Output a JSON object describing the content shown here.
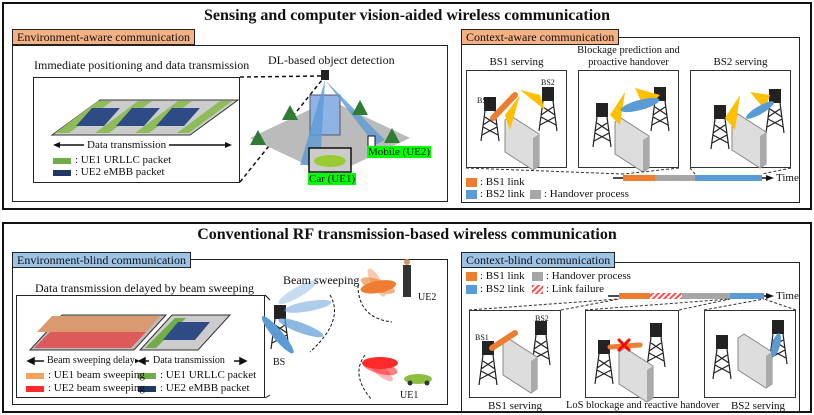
{
  "top": {
    "title": "Sensing and computer vision-aided wireless communication",
    "env_aware": {
      "tag": "Environment-aware communication",
      "subtitle": "Immediate positioning and data transmission",
      "axis_label": "Data transmission",
      "legend": [
        {
          "label": ": UE1 URLLC packet",
          "color": "#70ad47"
        },
        {
          "label": ": UE2 eMBB packet",
          "color": "#203864"
        }
      ],
      "detection_label": "DL-based object detection",
      "car_label": "Car (UE1)",
      "mobile_label": "Mobile (UE2)"
    },
    "context_aware": {
      "tag": "Context-aware communication",
      "panels": [
        {
          "title": "BS1 serving"
        },
        {
          "title": "Blockage prediction and proactive handover"
        },
        {
          "title": "BS2 serving"
        }
      ],
      "bs1": "BS1",
      "bs2": "BS2",
      "time_label": "Time",
      "legend": [
        {
          "label": ": BS1 link",
          "color": "#ed7d31"
        },
        {
          "label": ": BS2 link",
          "color": "#5b9bd5"
        },
        {
          "label": ": Handover process",
          "color": "#a6a6a6"
        }
      ]
    }
  },
  "bottom": {
    "title": "Conventional RF transmission-based wireless communication",
    "env_blind": {
      "tag": "Environment-blind communication",
      "subtitle": "Data transmission delayed by beam sweeping",
      "delay_label": "Beam sweeping delay",
      "axis_label": "Data transmission",
      "legend": [
        {
          "label": ": UE1 beam sweeping",
          "color": "#f4a460"
        },
        {
          "label": ": UE2 beam sweeping",
          "color": "#ff3333"
        },
        {
          "label": ": UE1 URLLC packet",
          "color": "#70ad47"
        },
        {
          "label": ": UE2 eMBB packet",
          "color": "#203864"
        }
      ],
      "beam_label": "Beam sweeping",
      "bs_label": "BS",
      "ue1_label": "UE1",
      "ue2_label": "UE2"
    },
    "context_blind": {
      "tag": "Context-blind communication",
      "legend": [
        {
          "label": ": BS1 link",
          "color": "#ed7d31"
        },
        {
          "label": ": Handover process",
          "color": "#a6a6a6"
        },
        {
          "label": ": BS2 link",
          "color": "#5b9bd5"
        },
        {
          "label": ": Link failure",
          "color": "#ff4d4d"
        }
      ],
      "time_label": "Time",
      "bs1": "BS1",
      "bs2": "BS2",
      "panels": [
        {
          "title": "BS1 serving"
        },
        {
          "title": "LoS blockage and reactive handover"
        },
        {
          "title": "BS2 serving"
        }
      ]
    }
  }
}
